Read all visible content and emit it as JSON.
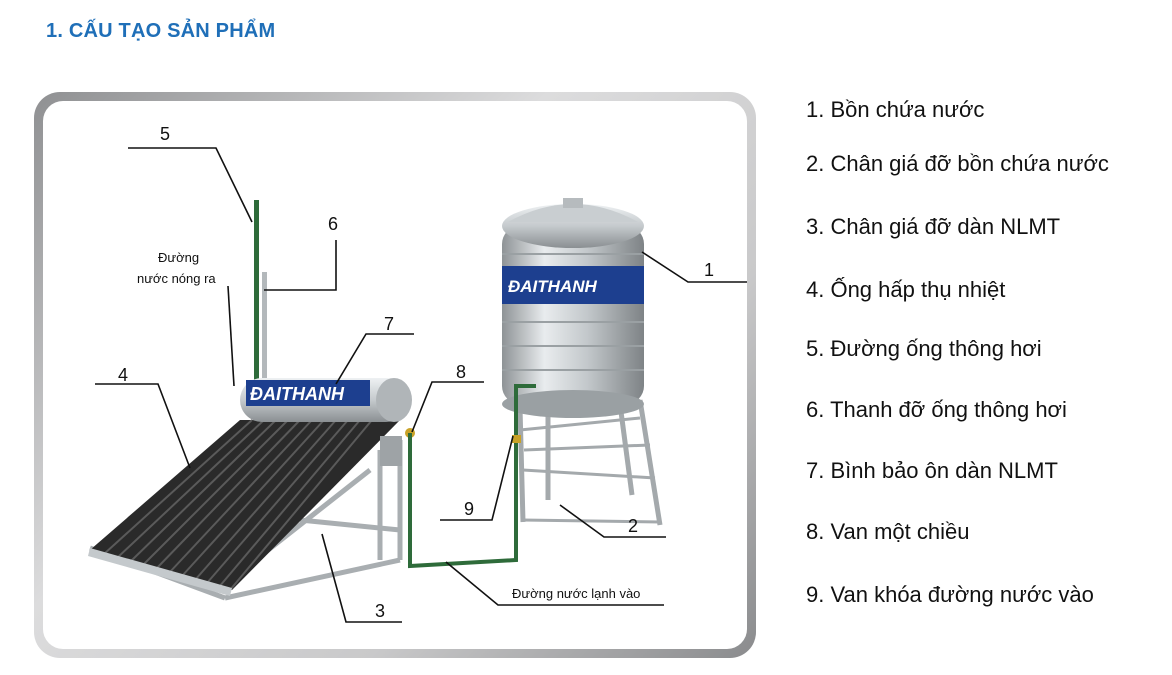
{
  "heading": "1. CẤU TẠO SẢN PHẨM",
  "brand": "ĐAITHANH",
  "callouts": [
    "1",
    "2",
    "3",
    "4",
    "5",
    "6",
    "7",
    "8",
    "9"
  ],
  "annotations": {
    "hot_out_line1": "Đường",
    "hot_out_line2": "nước nóng ra",
    "cold_in": "Đường nước lạnh vào"
  },
  "legend": [
    "1. Bồn chứa nước",
    "2. Chân giá đỡ bồn chứa nước",
    "3. Chân giá đỡ dàn NLMT",
    "4. Ống hấp thụ nhiệt",
    "5. Đường ống thông hơi",
    "6. Thanh đỡ ống thông hơi",
    "7. Bình bảo ôn dàn NLMT",
    "8. Van một chiều",
    "9. Van khóa đường nước vào"
  ],
  "colors": {
    "heading": "#1f6fb8",
    "pipe": "#2e6b3a",
    "brand_band": "#1d3f8f"
  }
}
